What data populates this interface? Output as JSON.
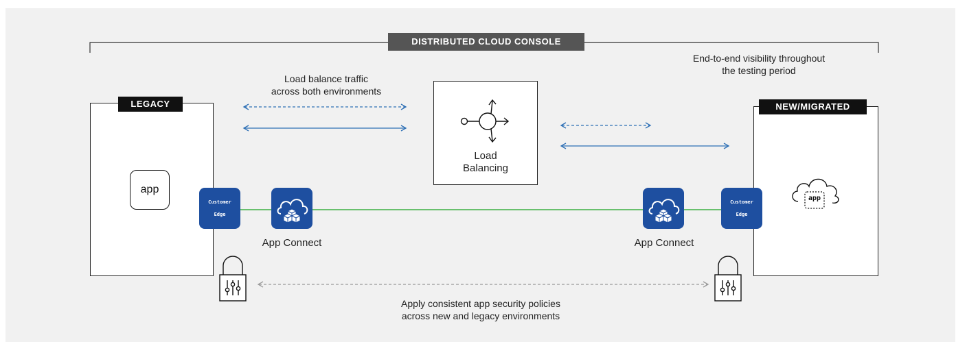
{
  "console": {
    "label": "DISTRIBUTED CLOUD CONSOLE"
  },
  "visibility_note": {
    "line1": "End-to-end visibility throughout",
    "line2": "the testing period"
  },
  "load_balance_note": {
    "line1": "Load balance traffic",
    "line2": "across both environments"
  },
  "load_balancer": {
    "line1": "Load",
    "line2": "Balancing",
    "icon": "load-balancer-icon"
  },
  "legacy": {
    "label": "LEGACY",
    "app_label": "app"
  },
  "new_migrated": {
    "label": "NEW/MIGRATED",
    "app_label": "app"
  },
  "customer_edge": {
    "line1": "Customer",
    "line2": "Edge"
  },
  "app_connect": {
    "label": "App Connect",
    "icon": "cloud-cubes-icon"
  },
  "security_note": {
    "line1": "Apply consistent app security policies",
    "line2": "across new and legacy environments"
  },
  "colors": {
    "brand_blue": "#1e4fa0",
    "arrow_blue": "#2d6fb5",
    "link_green": "#3cb043",
    "panel_grey": "#f1f1f1",
    "console_grey": "#555555",
    "tag_black": "#111111"
  }
}
